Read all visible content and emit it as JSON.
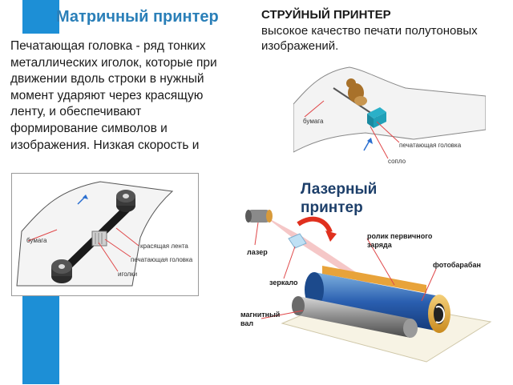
{
  "matrix": {
    "title": "Матричный принтер",
    "paragraph": "Печатающая головка - ряд тонких металлических иголок, которые при движении вдоль строки в нужный момент ударяют через красящую ленту, и обеспечивают формирование символов и изображения.  Низкая скорость и",
    "labels": {
      "paper": "бумага",
      "ribbon": "красящая лента",
      "head": "печатающая головка",
      "needles": "иголки"
    }
  },
  "inkjet": {
    "title": "СТРУЙНЫЙ ПРИНТЕР",
    "description": "высокое качество печати полутоновых изображений.",
    "labels": {
      "paper": "бумага",
      "head": "печатающая головка",
      "nozzle": "сопло"
    }
  },
  "laser": {
    "title": "Лазерный принтер",
    "labels": {
      "laser": "лазер",
      "primary_roller": "ролик первичного заряда",
      "mirror": "зеркало",
      "drum": "фотобарабан",
      "magnetic_roller": "магнитный вал"
    }
  },
  "colors": {
    "accent": "#1d8fd6",
    "matrix_title": "#2a7fb8",
    "laser_title": "#1d3f6a",
    "annotation_line": "#e0484a"
  }
}
